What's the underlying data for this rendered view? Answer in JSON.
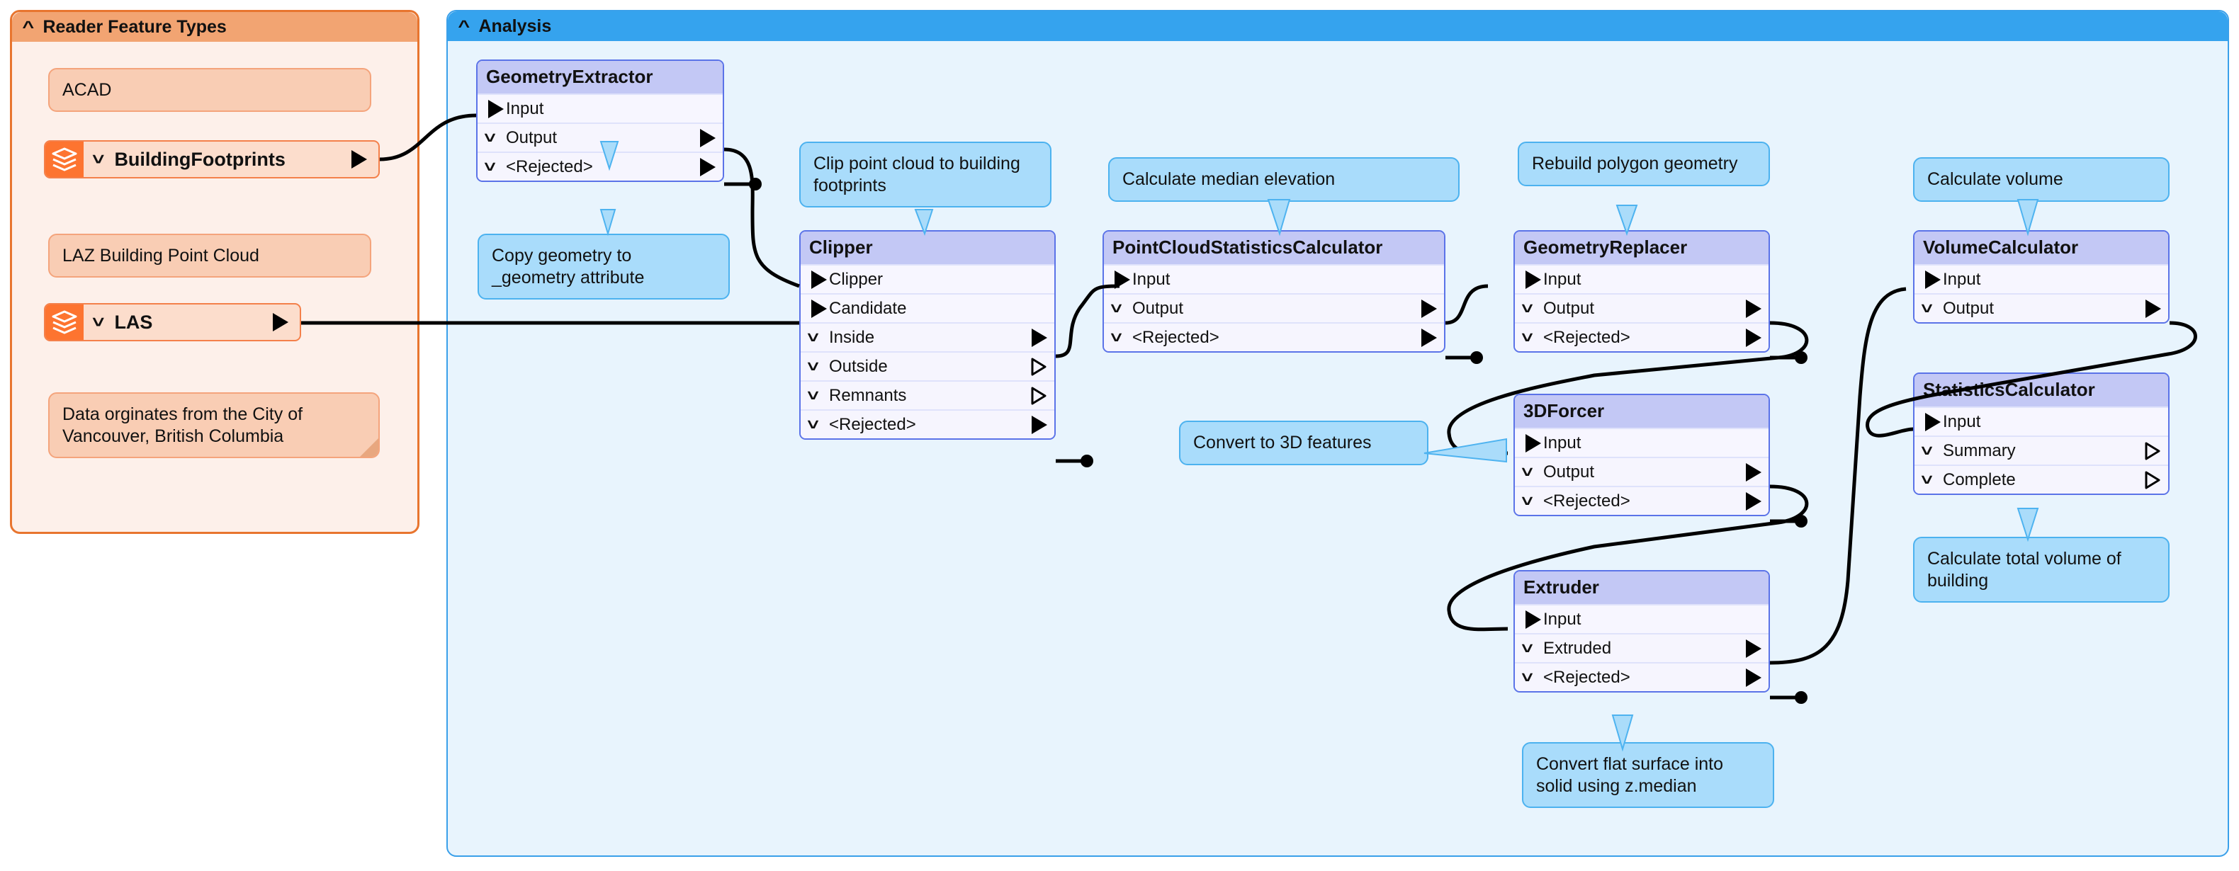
{
  "bookmarks": [
    {
      "id": "reader",
      "title": "Reader Feature Types",
      "caret": "collapse-caret"
    },
    {
      "id": "analysis",
      "title": "Analysis",
      "caret": "collapse-caret"
    }
  ],
  "reader": {
    "title": "Reader Feature Types",
    "feature_types": [
      {
        "name": "BuildingFootprints",
        "icon": "layers-icon",
        "caret": "expand-caret"
      },
      {
        "name": "LAS",
        "icon": "layers-icon",
        "caret": "expand-caret"
      }
    ],
    "annotations": [
      {
        "id": "acad",
        "text": "ACAD"
      },
      {
        "id": "laz",
        "text": "LAZ Building Point Cloud"
      },
      {
        "id": "source",
        "text": "Data orginates from the City of Vancouver, British Columbia"
      }
    ]
  },
  "analysis": {
    "title": "Analysis",
    "transformers": [
      {
        "id": "geometryextractor",
        "name": "GeometryExtractor",
        "ports": [
          {
            "label": "Input",
            "dir": "in",
            "arrow": "solid"
          },
          {
            "label": "Output",
            "dir": "out",
            "arrow": "solid"
          },
          {
            "label": "<Rejected>",
            "dir": "out",
            "arrow": "solid"
          }
        ]
      },
      {
        "id": "clipper",
        "name": "Clipper",
        "ports": [
          {
            "label": "Clipper",
            "dir": "in",
            "arrow": "solid"
          },
          {
            "label": "Candidate",
            "dir": "in",
            "arrow": "solid"
          },
          {
            "label": "Inside",
            "dir": "out",
            "arrow": "solid"
          },
          {
            "label": "Outside",
            "dir": "out",
            "arrow": "hollow"
          },
          {
            "label": "Remnants",
            "dir": "out",
            "arrow": "hollow"
          },
          {
            "label": "<Rejected>",
            "dir": "out",
            "arrow": "solid"
          }
        ]
      },
      {
        "id": "pointcloudstatisticscalculator",
        "name": "PointCloudStatisticsCalculator",
        "ports": [
          {
            "label": "Input",
            "dir": "in",
            "arrow": "solid"
          },
          {
            "label": "Output",
            "dir": "out",
            "arrow": "solid"
          },
          {
            "label": "<Rejected>",
            "dir": "out",
            "arrow": "solid"
          }
        ]
      },
      {
        "id": "geometryreplacer",
        "name": "GeometryReplacer",
        "ports": [
          {
            "label": "Input",
            "dir": "in",
            "arrow": "solid"
          },
          {
            "label": "Output",
            "dir": "out",
            "arrow": "solid"
          },
          {
            "label": "<Rejected>",
            "dir": "out",
            "arrow": "solid"
          }
        ]
      },
      {
        "id": "volumecalculator",
        "name": "VolumeCalculator",
        "ports": [
          {
            "label": "Input",
            "dir": "in",
            "arrow": "solid"
          },
          {
            "label": "Output",
            "dir": "out",
            "arrow": "solid"
          }
        ]
      },
      {
        "id": "3dforcer",
        "name": "3DForcer",
        "ports": [
          {
            "label": "Input",
            "dir": "in",
            "arrow": "solid"
          },
          {
            "label": "Output",
            "dir": "out",
            "arrow": "solid"
          },
          {
            "label": "<Rejected>",
            "dir": "out",
            "arrow": "solid"
          }
        ]
      },
      {
        "id": "statisticscalculator",
        "name": "StatisticsCalculator",
        "ports": [
          {
            "label": "Input",
            "dir": "in",
            "arrow": "solid"
          },
          {
            "label": "Summary",
            "dir": "out",
            "arrow": "hollow"
          },
          {
            "label": "Complete",
            "dir": "out",
            "arrow": "hollow"
          }
        ]
      },
      {
        "id": "extruder",
        "name": "Extruder",
        "ports": [
          {
            "label": "Input",
            "dir": "in",
            "arrow": "solid"
          },
          {
            "label": "Extruded",
            "dir": "out",
            "arrow": "solid"
          },
          {
            "label": "<Rejected>",
            "dir": "out",
            "arrow": "solid"
          }
        ]
      }
    ],
    "annotations": [
      {
        "id": "copy-geometry",
        "text": "Copy geometry to _geometry attribute"
      },
      {
        "id": "clip-point-cloud",
        "text": "Clip point cloud to building footprints"
      },
      {
        "id": "median-elevation",
        "text": "Calculate median elevation"
      },
      {
        "id": "rebuild-polygon",
        "text": "Rebuild polygon geometry"
      },
      {
        "id": "calculate-volume",
        "text": "Calculate volume"
      },
      {
        "id": "convert-3d",
        "text": "Convert to 3D features"
      },
      {
        "id": "total-volume",
        "text": "Calculate total volume of building"
      },
      {
        "id": "convert-flat",
        "text": "Convert flat surface into solid using z.median"
      }
    ]
  },
  "colors": {
    "reader_border": "#e8752f",
    "reader_header": "#f2a472",
    "reader_body": "#fdf0ea",
    "analysis_header": "#35a3ee",
    "analysis_body": "#e8f4fd",
    "node_title": "#c3c8f5",
    "node_border": "#5b73e8",
    "feature_icon": "#fd7430",
    "annotation_blue": "#a9dcfb",
    "annotation_orange": "#f9cdb4"
  }
}
